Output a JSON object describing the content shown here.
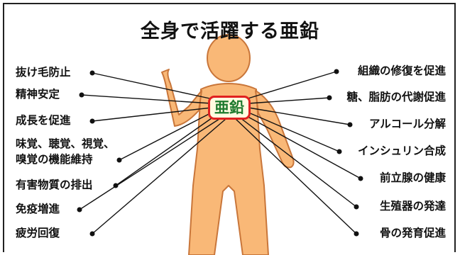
{
  "title": "全身で活躍する亜鉛",
  "center_label": "亜鉛",
  "left_items": [
    "抜け毛防止",
    "精神安定",
    "成長を促進",
    "味覚、聴覚、視覚、",
    "嗅覚の機能維持",
    "有害物質の排出",
    "免疫増進",
    "疲労回復"
  ],
  "right_items": [
    "組織の修復を促進",
    "糖、脂肪の代謝促進",
    "アルコール分解",
    "インシュリン合成",
    "前立腺の健康",
    "生殖器の発達",
    "骨の発育促進"
  ],
  "colors": {
    "body_fill": "#f9b877",
    "body_stroke": "#c9763a",
    "badge_border": "#e02020",
    "badge_text": "#1e7a2e",
    "line": "#111111"
  }
}
